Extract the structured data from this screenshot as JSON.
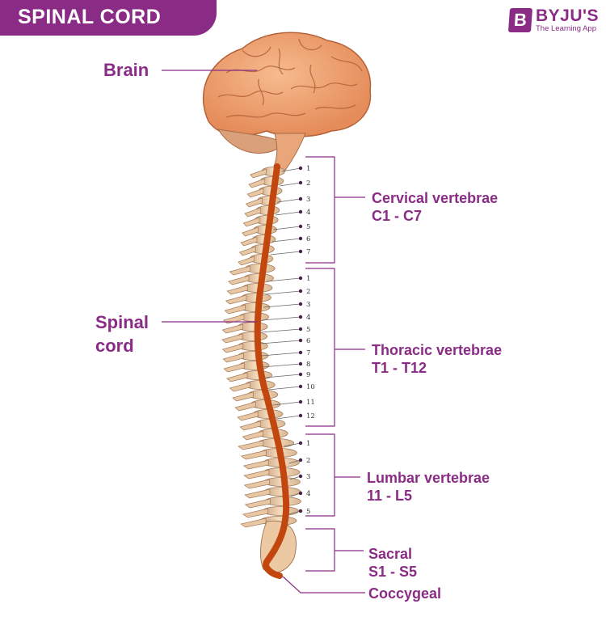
{
  "title": "SPINAL CORD",
  "logo": {
    "badge": "B",
    "name": "BYJU'S",
    "tagline": "The Learning App"
  },
  "colors": {
    "accent": "#8a2c86",
    "spinal_cord": "#c2470f",
    "brain": "#f0a474",
    "bone": "#f4d7b4"
  },
  "labels": {
    "brain": "Brain",
    "spinal_cord": [
      "Spinal",
      "cord"
    ],
    "cervical": [
      "Cervical vertebrae",
      "C1 - C7"
    ],
    "thoracic": [
      "Thoracic vertebrae",
      "T1 - T12"
    ],
    "lumbar": [
      "Lumbar vertebrae",
      "11 - L5"
    ],
    "sacral": [
      "Sacral",
      "S1 - S5"
    ],
    "coccygeal": "Coccygeal"
  },
  "groups": [
    {
      "name": "cervical",
      "numbers": [
        "1",
        "2",
        "3",
        "4",
        "5",
        "6",
        "7"
      ]
    },
    {
      "name": "thoracic",
      "numbers": [
        "1",
        "2",
        "3",
        "4",
        "5",
        "6",
        "7",
        "8",
        "9",
        "10",
        "11",
        "12"
      ]
    },
    {
      "name": "lumbar",
      "numbers": [
        "1",
        "2",
        "3",
        "4",
        "5"
      ]
    }
  ]
}
